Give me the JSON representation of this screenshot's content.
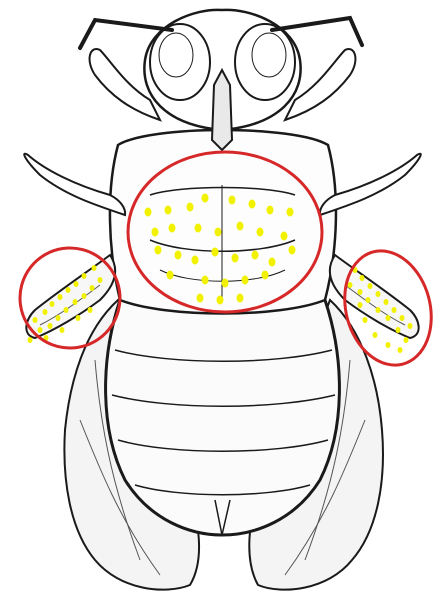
{
  "image": {
    "subject": "bee-ventral-view-line-drawing",
    "background": "#ffffff",
    "line_color": "#1a1a1a",
    "highlight_ring_color": "#d62828",
    "pollen_dot_color": "#f2f200"
  },
  "regions": {
    "thorax_ring": {
      "name": "thorax-pollen-zone"
    },
    "left_leg_ring": {
      "name": "left-leg-pollen-zone"
    },
    "right_leg_ring": {
      "name": "right-leg-pollen-zone"
    }
  }
}
